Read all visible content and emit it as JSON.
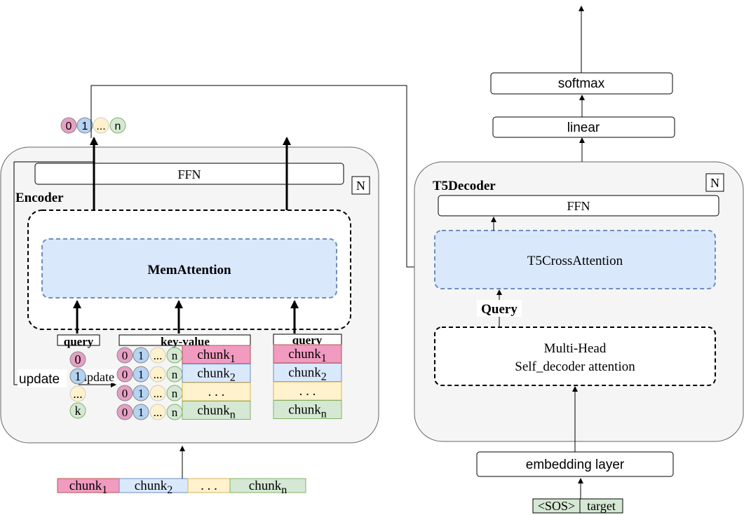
{
  "colors": {
    "pink": "#f19bc0",
    "blue": "#dae8fc",
    "yellow": "#fff2cc",
    "green": "#d5e8d4",
    "panel": "#f5f5f5",
    "attention_border": "#6c8ebf",
    "mem_pink": "#e6a0c4",
    "mem_blue": "#b5d3f3"
  },
  "output_memory": [
    "0",
    "1",
    "...",
    "n"
  ],
  "encoder": {
    "title": "Encoder",
    "repeat": "N",
    "ffn": "FFN",
    "attention": "MemAttention",
    "update_outer": "update",
    "update_inner": "update",
    "query_memory": {
      "header": "query",
      "items": [
        "0",
        "1",
        "...",
        "k"
      ]
    },
    "key_value": {
      "header": "key-value",
      "memory_row": [
        "0",
        "1",
        "...",
        "n"
      ],
      "chunks": [
        {
          "base": "chunk",
          "sub": "1"
        },
        {
          "base": "chunk",
          "sub": "2"
        },
        {
          "base": ". . .",
          "sub": ""
        },
        {
          "base": "chunk",
          "sub": "n"
        }
      ]
    },
    "query_chunks": {
      "header": "query",
      "chunks": [
        {
          "base": "chunk",
          "sub": "1"
        },
        {
          "base": "chunk",
          "sub": "2"
        },
        {
          "base": ". . .",
          "sub": ""
        },
        {
          "base": "chunk",
          "sub": "n"
        }
      ]
    }
  },
  "input_chunks": [
    {
      "base": "chunk",
      "sub": "1"
    },
    {
      "base": "chunk",
      "sub": "2"
    },
    {
      "base": ". . .",
      "sub": ""
    },
    {
      "base": "chunk",
      "sub": "n"
    }
  ],
  "decoder": {
    "title": "T5Decoder",
    "repeat": "N",
    "ffn": "FFN",
    "cross_attention": "T5CrossAttention",
    "query_label": "Query",
    "self_attention_line1": "Multi-Head",
    "self_attention_line2": "Self_decoder attention"
  },
  "embedding": "embedding layer",
  "linear": "linear",
  "softmax": "softmax",
  "target_input": [
    "<SOS>",
    "target"
  ]
}
